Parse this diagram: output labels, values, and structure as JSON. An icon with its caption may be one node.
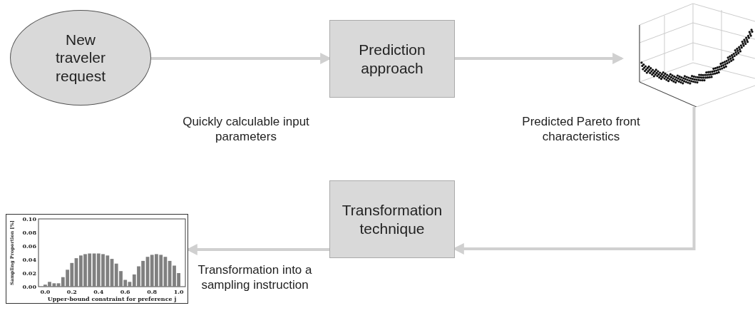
{
  "diagram": {
    "nodes": [
      {
        "text": [
          "New traveler request"
        ]
      },
      {
        "text": [
          "Prediction approach"
        ]
      },
      {
        "text": [],
        "shape": "picture"
      },
      {
        "text": [
          "Transformation technique"
        ]
      },
      {
        "text": [],
        "shape": "picture"
      }
    ],
    "edges": [
      {
        "from": 0,
        "to": 1,
        "arrow": "to",
        "label": "Quickly calculable input parameters"
      },
      {
        "from": 1,
        "to": 2,
        "arrow": "to",
        "label": "Predicted Pareto front characteristics"
      },
      {
        "from": 2,
        "to": 3,
        "arrow": "to"
      },
      {
        "from": 3,
        "to": 4,
        "arrow": "to",
        "label": "Transformation into a sampling instruction"
      }
    ],
    "chart_data": {
      "type": "bar",
      "xlabel": "Upper-bound constraint for preference j",
      "ylabel": "Sampling Proportion [%]",
      "x": [
        0.0,
        0.033,
        0.067,
        0.1,
        0.133,
        0.167,
        0.2,
        0.233,
        0.267,
        0.3,
        0.333,
        0.367,
        0.4,
        0.433,
        0.467,
        0.5,
        0.533,
        0.567,
        0.6,
        0.633,
        0.667,
        0.7,
        0.733,
        0.767,
        0.8,
        0.833,
        0.867,
        0.9,
        0.933,
        0.967,
        1.0
      ],
      "series": [
        {
          "color": "#808080",
          "values": [
            0.003,
            0.007,
            0.005,
            0.005,
            0.014,
            0.025,
            0.035,
            0.042,
            0.046,
            0.048,
            0.049,
            0.049,
            0.049,
            0.048,
            0.046,
            0.041,
            0.034,
            0.023,
            0.01,
            0.007,
            0.018,
            0.03,
            0.038,
            0.044,
            0.047,
            0.048,
            0.047,
            0.044,
            0.038,
            0.031,
            0.02
          ]
        }
      ],
      "xlim": [
        -0.05,
        1.05
      ],
      "ylim": [
        0,
        0.1
      ],
      "xticks": [
        {
          "value": 0.0,
          "label": "0.0"
        },
        {
          "value": 0.2,
          "label": "0.2"
        },
        {
          "value": 0.4,
          "label": "0.4"
        },
        {
          "value": 0.6,
          "label": "0.6"
        },
        {
          "value": 0.8,
          "label": "0.8"
        },
        {
          "value": 1.0,
          "label": "1.0"
        }
      ],
      "yticks": [
        {
          "value": 0,
          "label": "0.00"
        },
        {
          "value": 0.02,
          "label": "0.02"
        },
        {
          "value": 0.04,
          "label": "0.04"
        },
        {
          "value": 0.06,
          "label": "0.06"
        },
        {
          "value": 0.08,
          "label": "0.08"
        },
        {
          "value": 0.1,
          "label": "0.10"
        }
      ]
    }
  }
}
